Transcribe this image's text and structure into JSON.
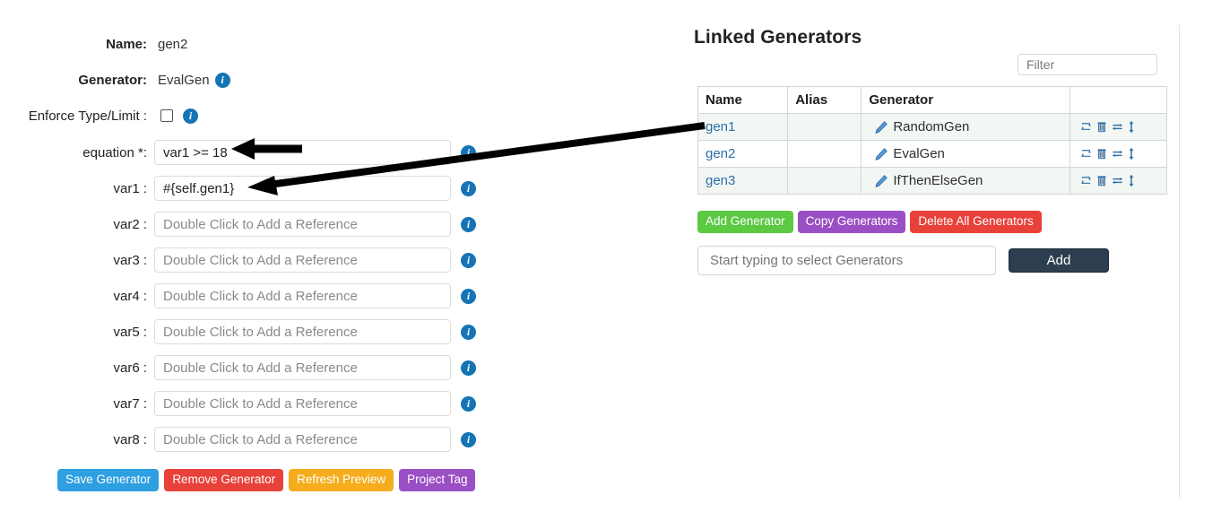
{
  "form": {
    "rows": [
      {
        "label": "Name:",
        "bold": true,
        "type": "text",
        "value": "gen2",
        "info": false
      },
      {
        "label": "Generator:",
        "bold": true,
        "type": "text",
        "value": "EvalGen",
        "info": true
      },
      {
        "label": "Enforce Type/Limit :",
        "bold": false,
        "type": "checkbox",
        "checked": false,
        "info": true
      },
      {
        "label": "equation *:",
        "bold": false,
        "type": "input",
        "value": "var1 >= 18",
        "placeholder": "",
        "info": true
      },
      {
        "label": "var1 :",
        "bold": false,
        "type": "input",
        "value": "#{self.gen1}",
        "placeholder": "",
        "info": true
      },
      {
        "label": "var2 :",
        "bold": false,
        "type": "input",
        "value": "",
        "placeholder": "Double Click to Add a Reference",
        "info": true
      },
      {
        "label": "var3 :",
        "bold": false,
        "type": "input",
        "value": "",
        "placeholder": "Double Click to Add a Reference",
        "info": true
      },
      {
        "label": "var4 :",
        "bold": false,
        "type": "input",
        "value": "",
        "placeholder": "Double Click to Add a Reference",
        "info": true
      },
      {
        "label": "var5 :",
        "bold": false,
        "type": "input",
        "value": "",
        "placeholder": "Double Click to Add a Reference",
        "info": true
      },
      {
        "label": "var6 :",
        "bold": false,
        "type": "input",
        "value": "",
        "placeholder": "Double Click to Add a Reference",
        "info": true
      },
      {
        "label": "var7 :",
        "bold": false,
        "type": "input",
        "value": "",
        "placeholder": "Double Click to Add a Reference",
        "info": true
      },
      {
        "label": "var8 :",
        "bold": false,
        "type": "input",
        "value": "",
        "placeholder": "Double Click to Add a Reference",
        "info": true
      }
    ],
    "buttons": [
      {
        "label": "Save Generator",
        "color": "#2e9fe0"
      },
      {
        "label": "Remove Generator",
        "color": "#e8413a"
      },
      {
        "label": "Refresh Preview",
        "color": "#f5ad1d"
      },
      {
        "label": "Project Tag",
        "color": "#9b4fc4"
      }
    ]
  },
  "linked_generators": {
    "title": "Linked Generators",
    "filter_placeholder": "Filter",
    "columns": [
      "Name",
      "Alias",
      "Generator",
      ""
    ],
    "rows": [
      {
        "name": "gen1",
        "alias": "",
        "generator": "RandomGen"
      },
      {
        "name": "gen2",
        "alias": "",
        "generator": "EvalGen"
      },
      {
        "name": "gen3",
        "alias": "",
        "generator": "IfThenElseGen"
      }
    ],
    "row_action_icons": [
      "loop-icon",
      "trash-icon",
      "swap-icon",
      "updown-arrow-icon"
    ],
    "edit_icon": "pencil-icon",
    "buttons": [
      {
        "label": "Add Generator",
        "color": "#5cc943"
      },
      {
        "label": "Copy Generators",
        "color": "#9b4fc4"
      },
      {
        "label": "Delete All Generators",
        "color": "#e8413a"
      }
    ],
    "select_placeholder": "Start typing to select Generators",
    "add_button_label": "Add"
  },
  "annotations": {
    "arrow_equation": "arrow pointing left into equation field",
    "arrow_var1": "diagonal arrow from gen1 table row to var1 field"
  },
  "colors": {
    "link": "#2c6fa8",
    "info_icon": "#1474b4",
    "row_alt": "#f3f7f3",
    "add_button": "#2c3e50"
  }
}
